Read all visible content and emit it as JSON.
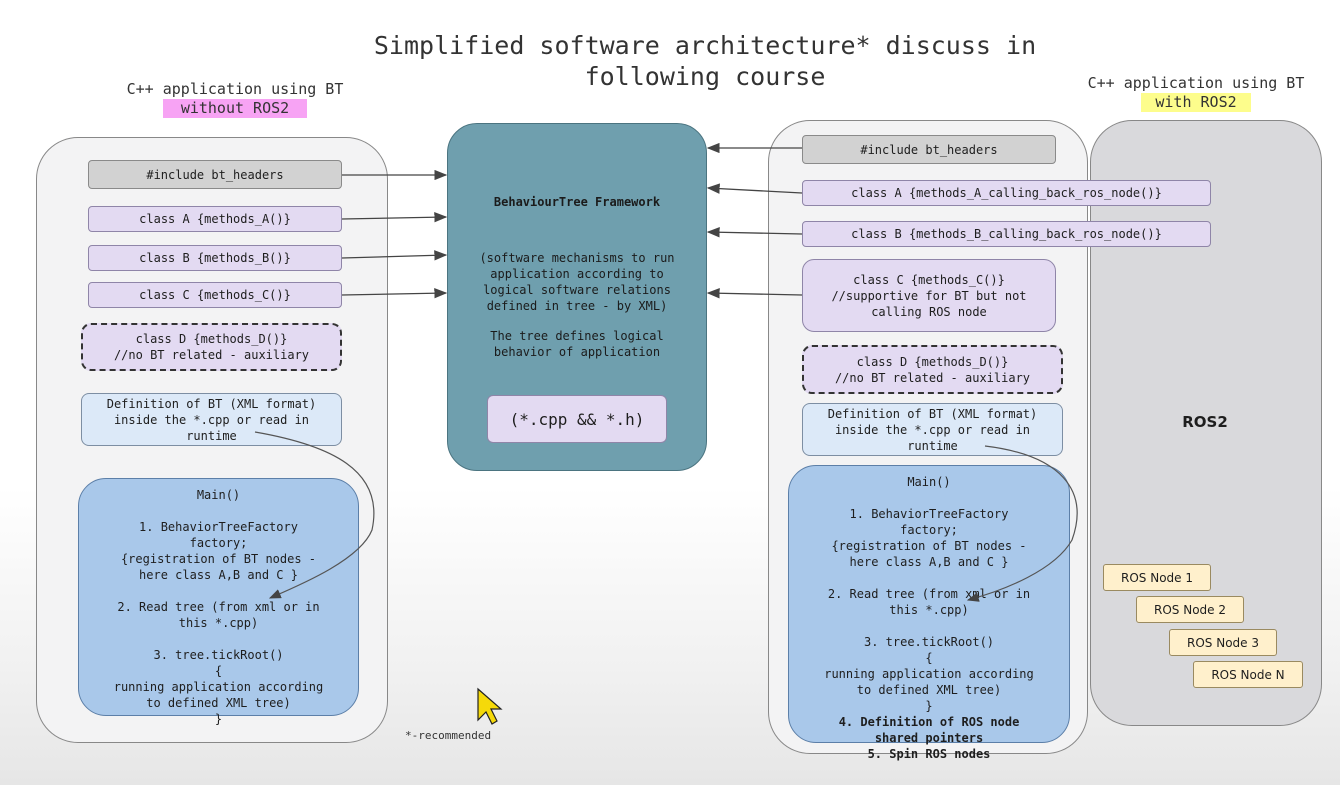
{
  "title_line1": "Simplified software architecture* discuss in",
  "title_line2": "following course",
  "left_panel": {
    "label": "C++ application using BT",
    "highlight": "without ROS2",
    "include": "#include bt_headers",
    "class_a": "class A {methods_A()}",
    "class_b": "class B {methods_B()}",
    "class_c": "class C {methods_C()}",
    "class_d": "class D  {methods_D()}\n//no BT related - auxiliary",
    "definition": "Definition of BT (XML format)\ninside the *.cpp or read in\nruntime",
    "main": {
      "title": "Main()",
      "step1_l1": "1. BehaviorTreeFactory",
      "step1_l2": "factory;",
      "step1_l3": "{registration of BT nodes -",
      "step1_l4": "here class A,B and C }",
      "step2_l1": "2. Read tree (from xml or in",
      "step2_l2": "this *.cpp)",
      "step3_l1": "3. tree.tickRoot()",
      "step3_l2": "{",
      "step3_l3": "running application according",
      "step3_l4": "to defined XML tree)",
      "step3_l5": "}"
    }
  },
  "framework": {
    "title": "BehaviourTree Framework",
    "desc_l1": "(software mechanisms to run",
    "desc_l2": "application according to",
    "desc_l3": "logical software relations",
    "desc_l4": "defined in tree - by XML)",
    "desc2_l1": "The tree defines logical",
    "desc2_l2": "behavior of application",
    "files": "(*.cpp  && *.h)"
  },
  "right_panel": {
    "label": "C++ application using BT",
    "highlight": "with ROS2",
    "include": "#include bt_headers",
    "class_a": "class A {methods_A_calling_back_ros_node()}",
    "class_b": "class B {methods_B_calling_back_ros_node()}",
    "class_c": "class C {methods_C()}\n//supportive for BT but not\ncalling ROS node",
    "class_d": "class D  {methods_D()}\n//no BT related - auxiliary",
    "definition": "Definition of BT (XML format)\ninside the *.cpp or read in\nruntime",
    "main": {
      "title": "Main()",
      "step1_l1": "1. BehaviorTreeFactory",
      "step1_l2": "factory;",
      "step1_l3": "{registration of BT nodes -",
      "step1_l4": "here class A,B and C }",
      "step2_l1": "2. Read tree (from xml or in",
      "step2_l2": "this *.cpp)",
      "step3_l1": "3. tree.tickRoot()",
      "step3_l2": "{",
      "step3_l3": "running application according",
      "step3_l4": "to defined XML tree)",
      "step3_l5": "}",
      "step4_l1": "4. Definition of ROS node",
      "step4_l2": "shared pointers",
      "step5": "5. Spin ROS nodes"
    }
  },
  "ros2": {
    "title": "ROS2",
    "nodes": [
      "ROS Node 1",
      "ROS Node 2",
      "ROS Node 3",
      "ROS Node N"
    ]
  },
  "footnote": "*-recommended",
  "colors": {
    "framework": "#6f9fae",
    "class_box": "#e3daf2",
    "main_box": "#a9c8ea",
    "ros_node": "#fff0cc",
    "highlight_without": "#f7a3f4",
    "highlight_with": "#fdfd8c"
  }
}
